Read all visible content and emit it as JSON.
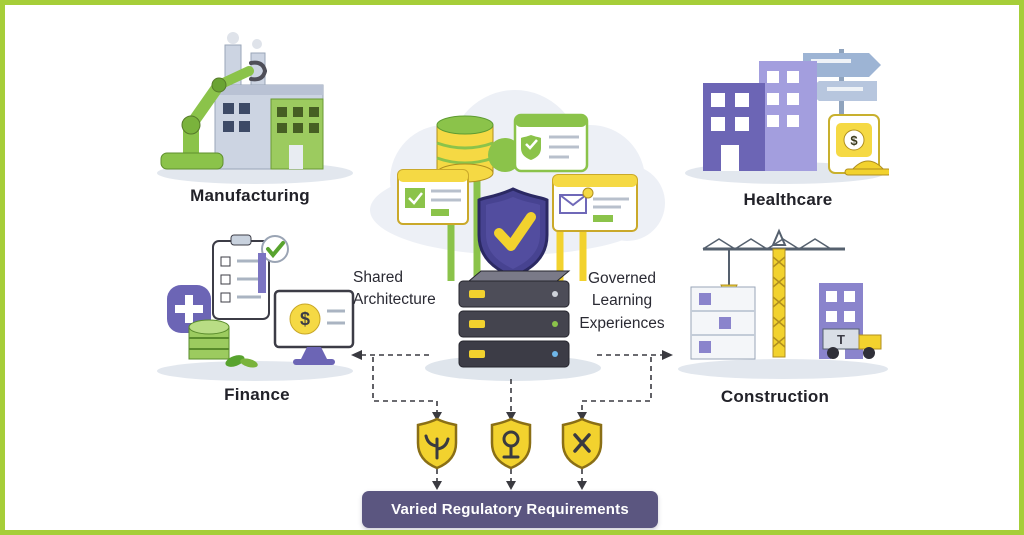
{
  "diagram": {
    "industries": [
      {
        "label": "Manufacturing"
      },
      {
        "label": "Healthcare"
      },
      {
        "label": "Finance"
      },
      {
        "label": "Construction"
      }
    ],
    "center_labels": {
      "left": "Shared\nArchitecture",
      "right": "Governed\nLearning\nExperiences"
    },
    "banner_label": "Varied Regulatory Requirements",
    "regulatory_shields": [
      {
        "icon": "sprout-icon"
      },
      {
        "icon": "balance-icon"
      },
      {
        "icon": "x-mark-icon"
      }
    ],
    "colors": {
      "frame_border": "#a6ce39",
      "green": "#8bc34a",
      "yellow": "#f2d22e",
      "purple": "#6c65b5",
      "light_purple": "#a39ede",
      "shield_navy": "#474391",
      "server_gray": "#4d4d58",
      "cloud": "#edf0f6",
      "banner_bg": "#5b5680",
      "banner_text": "#ffffff",
      "label_text": "#222229",
      "dashed_line": "#3a3a40"
    }
  }
}
